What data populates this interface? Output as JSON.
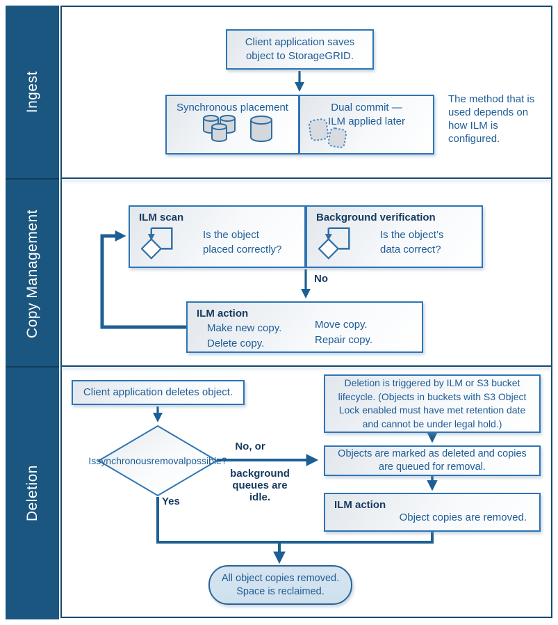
{
  "sidebar": {
    "sections": [
      {
        "label": "Ingest"
      },
      {
        "label": "Copy Management"
      },
      {
        "label": "Deletion"
      }
    ]
  },
  "ingest": {
    "client_box": {
      "lines": [
        "Client application saves",
        "object to StorageGRID."
      ]
    },
    "sync_box": {
      "label": "Synchronous placement"
    },
    "dual_box": {
      "lines": [
        "Dual commit —",
        "ILM applied later"
      ]
    },
    "caption": {
      "lines": [
        "The method that is",
        "used depends on",
        "how ILM is",
        "configured."
      ]
    }
  },
  "copy_management": {
    "ilm_scan": {
      "title": "ILM scan",
      "question_lines": [
        "Is the object",
        "placed correctly?"
      ]
    },
    "background_verification": {
      "title": "Background verification",
      "question_lines": [
        "Is the object’s",
        "data correct?"
      ]
    },
    "no_label": "No",
    "ilm_action": {
      "title": "ILM action",
      "left_items": [
        "Make new copy.",
        "Delete copy."
      ],
      "right_items": [
        "Move copy.",
        "Repair copy."
      ]
    }
  },
  "deletion": {
    "client_box": {
      "label": "Client application deletes object."
    },
    "decision": {
      "lines": [
        "Is",
        "synchronous",
        "removal",
        "possible?"
      ]
    },
    "no_branch": {
      "line1": "No, or",
      "line2_lines": [
        "background",
        "queues are idle."
      ]
    },
    "yes_label": "Yes",
    "trigger_box": {
      "lines": [
        "Deletion is triggered by ILM or  S3 bucket",
        "lifecycle. (Objects in buckets with S3 Object",
        "Lock enabled must have met retention date",
        "and cannot be under legal hold.)"
      ]
    },
    "marked_box": {
      "lines": [
        "Objects are marked as deleted and copies",
        "are queued for removal."
      ]
    },
    "ilm_action": {
      "title": "ILM action",
      "text": "Object copies are removed."
    },
    "terminator": {
      "lines": [
        "All object copies removed.",
        "Space is reclaimed."
      ]
    }
  },
  "colors": {
    "sidebar_bg": "#1b5680",
    "frame_border": "#17486d",
    "box_border": "#2e74b5",
    "connector": "#1d5f94",
    "body_text": "#1e5c97",
    "strong_text": "#163a5f",
    "terminator_fill": "#cfe0ed"
  }
}
